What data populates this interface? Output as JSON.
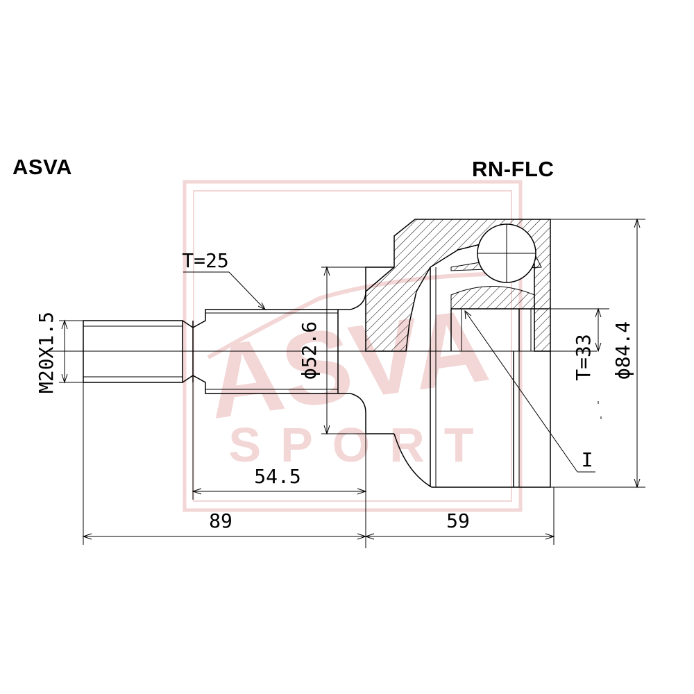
{
  "header": {
    "brand_left": "ASVA",
    "part_number": "RN-FLC"
  },
  "watermark": {
    "logo_text": "ASVA",
    "sub_text": "SPORT",
    "color": "#f3d6d6"
  },
  "dimensions": {
    "thread": "M20X1.5",
    "spline_left": "T=25",
    "seal_diameter": "ϕ52.6",
    "spline_right": "T=33",
    "outer_diameter": "ϕ84.4",
    "shaft_length": "54.5",
    "left_length": "89",
    "right_length": "59",
    "callout": "I"
  },
  "colors": {
    "line": "#000000",
    "watermark": "#f3d6d6"
  }
}
